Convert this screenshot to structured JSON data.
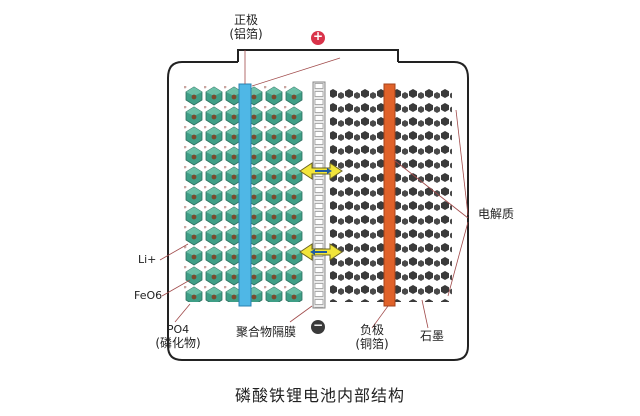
{
  "labels": {
    "cathode_name": "正极",
    "cathode_foil": "(铝箔)",
    "plus_sign": "+",
    "minus_sign": "−",
    "anode_name": "负极",
    "anode_foil": "(铜箔)",
    "graphite": "石墨",
    "separator": "聚合物隔膜",
    "electrolyte": "电解质",
    "li_ion": "Li+",
    "feo6": "FeO6",
    "po4": "PO4",
    "phosphide": "(磷化物)"
  },
  "caption": "磷酸铁锂电池内部结构",
  "colors": {
    "aluminum_foil": "#4fb7e6",
    "copper_foil": "#e0622a",
    "lfp_crystal": "#3f9e86",
    "graphite": "#3a3a3a",
    "arrow": "#f2e53a",
    "terminal": "#d9334a"
  }
}
